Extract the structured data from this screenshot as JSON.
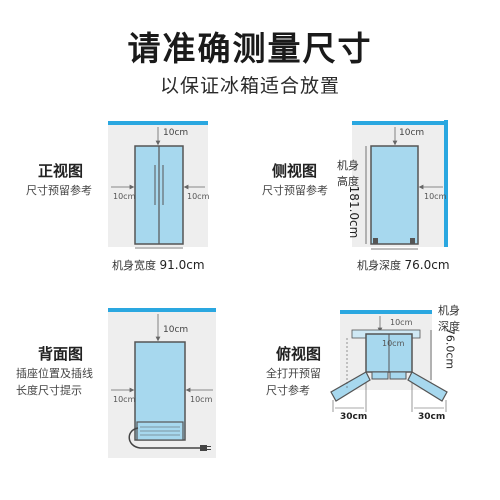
{
  "header": {
    "title": "请准确测量尺寸",
    "subtitle": "以保证冰箱适合放置"
  },
  "front_view": {
    "title": "正视图",
    "subtitle": "尺寸预留参考",
    "top_gap": "10cm",
    "left_gap": "10cm",
    "right_gap": "10cm",
    "width_label": "机身宽度",
    "width_value": "91.0cm"
  },
  "side_view": {
    "title": "侧视图",
    "subtitle": "尺寸预留参考",
    "top_gap": "10cm",
    "right_gap": "10cm",
    "height_label_line1": "机身",
    "height_label_line2": "高度",
    "height_value": "181.0cm",
    "depth_label": "机身深度",
    "depth_value": "76.0cm"
  },
  "back_view": {
    "title": "背面图",
    "subtitle_line1": "插座位置及插线",
    "subtitle_line2": "长度尺寸提示",
    "top_gap": "10cm",
    "left_gap": "10cm",
    "right_gap": "10cm"
  },
  "top_view": {
    "title": "俯视图",
    "subtitle_line1": "全打开预留",
    "subtitle_line2": "尺寸参考",
    "top_gap": "10cm",
    "inner_gap": "10cm",
    "depth_label_line1": "机身",
    "depth_label_line2": "深度",
    "depth_value": "76.0cm",
    "left_clearance": "30cm",
    "right_clearance": "30cm"
  },
  "colors": {
    "wall": "#2aa7e0",
    "fridge_fill": "#a7d8ee",
    "fridge_stroke": "#555555",
    "wall_shadow": "#dcdcdc"
  }
}
